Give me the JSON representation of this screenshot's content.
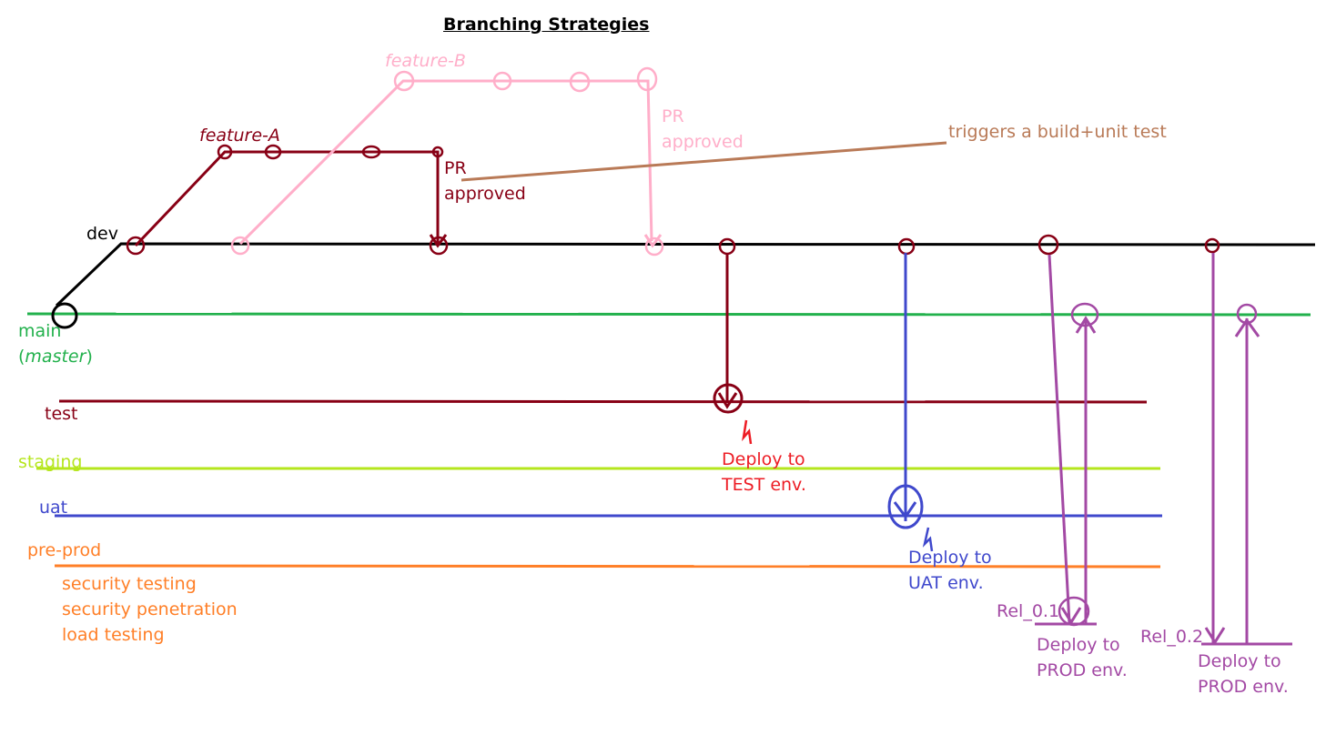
{
  "title": "Branching Strategies",
  "colors": {
    "dev": "#000000",
    "main": "#22b14c",
    "test": "#880015",
    "staging": "#b5e61d",
    "uat": "#3f48cc",
    "preprod": "#ff7f27",
    "featureA": "#880015",
    "featureB": "#ffaec9",
    "note": "#b97a57",
    "red": "#ed1c24",
    "purple": "#a349a4"
  },
  "branches": {
    "dev": "dev",
    "main": "main",
    "master_open": "(",
    "master": "master",
    "master_close": ")",
    "test": "test",
    "staging": "staging",
    "uat": "uat",
    "preprod": "pre-prod",
    "feature_a": "feature-A",
    "feature_b": "feature-B"
  },
  "preprod_notes": [
    "security testing",
    "security penetration",
    "load testing"
  ],
  "annotations": {
    "pr_a_line1": "PR",
    "pr_a_line2": "approved",
    "pr_b_line1": "PR",
    "pr_b_line2": "approved",
    "trigger": "triggers a build+unit test",
    "deploy_test_1": "Deploy to",
    "deploy_test_2": "TEST env.",
    "deploy_uat_1": "Deploy to",
    "deploy_uat_2": "UAT env.",
    "rel1": "Rel_0.1",
    "rel2": "Rel_0.2",
    "deploy_prod1_1": "Deploy to",
    "deploy_prod1_2": "PROD env.",
    "deploy_prod2_1": "Deploy to",
    "deploy_prod2_2": "PROD env."
  }
}
